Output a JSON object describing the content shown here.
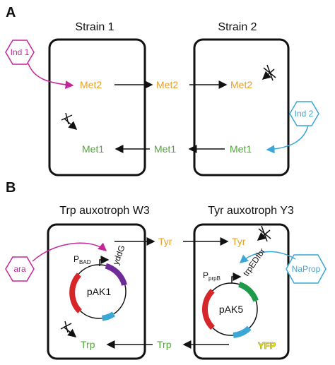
{
  "panel_a": {
    "letter": "A",
    "strain1_title": "Strain 1",
    "strain2_title": "Strain 2",
    "inducer1": "Ind 1",
    "inducer2": "Ind 2",
    "s1_met2": "Met2",
    "mid_met2": "Met2",
    "s2_met2": "Met2",
    "s1_met1": "Met1",
    "mid_met1": "Met1",
    "s2_met1": "Met1"
  },
  "panel_b": {
    "letter": "B",
    "w3_title": "Trp auxotroph W3",
    "y3_title": "Tyr auxotroph Y3",
    "inducer_ara": "ara",
    "inducer_naprop": "NaProp",
    "tyr_mid": "Tyr",
    "tyr_y3": "Tyr",
    "trp_w3": "Trp",
    "trp_mid": "Trp",
    "promoter1_main": "P",
    "promoter1_sub": "BAD",
    "gene1": "yddG",
    "plasmid1": "pAK1",
    "promoter2_main": "P",
    "promoter2_sub": "prpB",
    "gene2": "trpEDfbr",
    "plasmid2": "pAK5",
    "reporter": "YFP"
  },
  "colors": {
    "magenta": "#c6259a",
    "cyan": "#3aa7d6",
    "orange": "#e8a02a",
    "green": "#52a73a",
    "purple": "#6f2a9a",
    "red": "#d7262a",
    "yellow": "#e8e000"
  }
}
